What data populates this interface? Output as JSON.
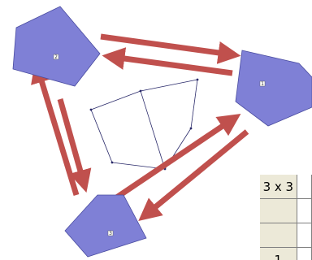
{
  "nodes": [
    {
      "id": "node-1",
      "label": "1"
    },
    {
      "id": "node-2",
      "label": "2"
    },
    {
      "id": "node-3",
      "label": "3"
    }
  ],
  "colors": {
    "pentagon_fill": "#7f80d6",
    "pentagon_stroke": "#4a4ca0",
    "arrow": "#c0504d",
    "mesh_line": "#2a2a6a",
    "table_bg": "#ece9d8"
  },
  "table": {
    "header": "3 x 3",
    "rows": [
      "",
      "",
      "1"
    ]
  }
}
